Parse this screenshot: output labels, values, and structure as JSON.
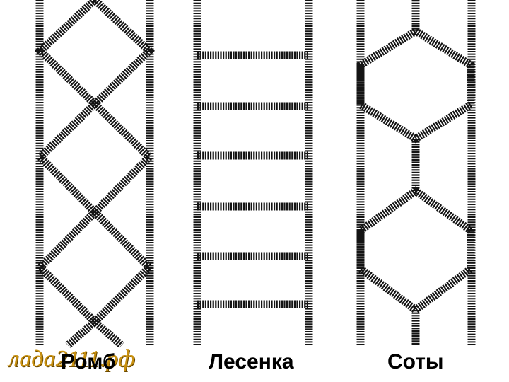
{
  "patterns": [
    {
      "id": "romb",
      "label": "Ромб"
    },
    {
      "id": "lesenka",
      "label": "Лесенка"
    },
    {
      "id": "soty",
      "label": "Соты"
    }
  ],
  "watermark": {
    "text": "лада2111.рф"
  },
  "colors": {
    "metal": "#141414",
    "background": "#ffffff",
    "watermark": "#c8900f"
  }
}
